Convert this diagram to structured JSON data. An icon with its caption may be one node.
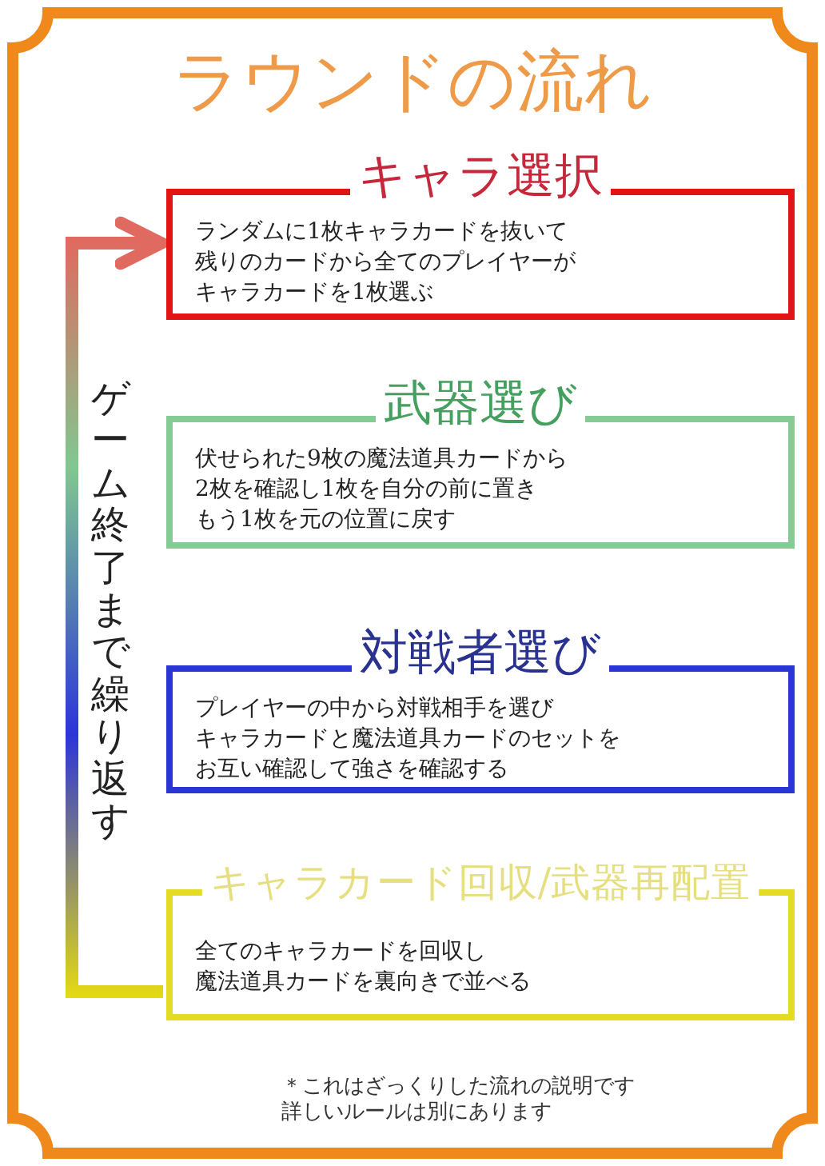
{
  "diagram": {
    "title": "ラウンドの流れ",
    "nodes": [
      {
        "text": [
          "キャラ選択",
          "ランダムに1枚キャラカードを抜いて残りのカードから全てのプレイヤーがキャラカードを1枚選ぶ"
        ]
      },
      {
        "text": [
          "武器選び",
          "伏せられた9枚の魔法道具カードから2枚を確認し1枚を自分の前に置きもう1枚を元の位置に戻す"
        ]
      },
      {
        "text": [
          "対戦者選び",
          "プレイヤーの中から対戦相手を選びキャラカードと魔法道具カードのセットをお互い確認して強さを確認する"
        ]
      },
      {
        "text": [
          "キャラカード回収/武器再配置",
          "全てのキャラカードを回収し魔法道具カードを裏向きで並べる"
        ]
      }
    ],
    "edges": [
      {
        "from": 3,
        "to": 0,
        "arrow": "to",
        "label": "ゲーム終了まで繰り返す"
      }
    ],
    "labels": [
      "＊これはざっくりした流れの説明です詳しいルールは別にあります"
    ]
  }
}
